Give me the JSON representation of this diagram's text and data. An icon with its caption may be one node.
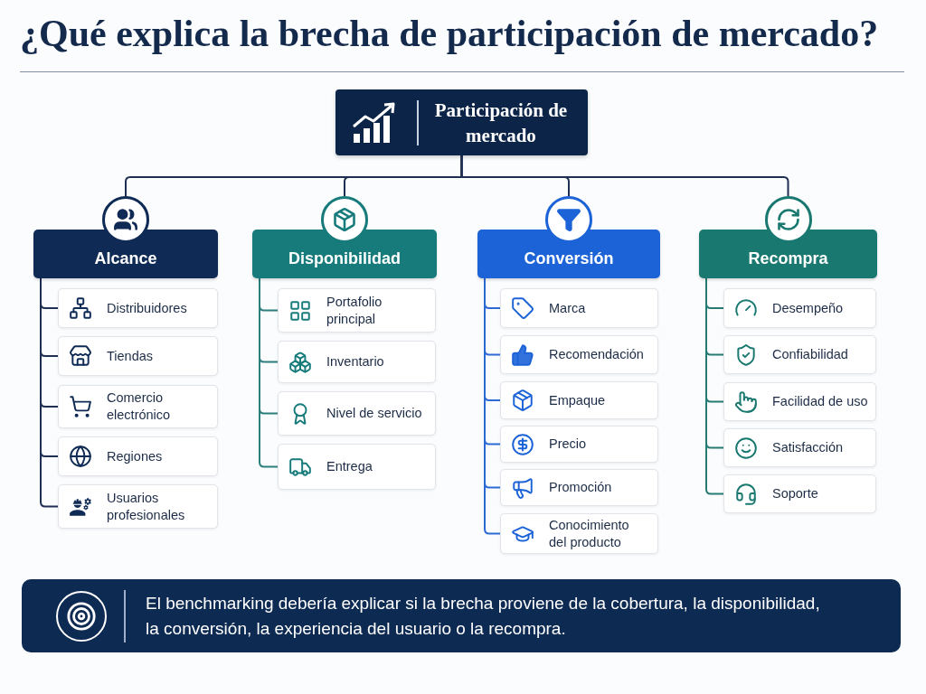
{
  "diagram": {
    "title": "¿Qué explica la brecha de participación de mercado?",
    "nodes": [
      {
        "text": [
          "Participación de mercado"
        ]
      },
      {
        "text": [
          "Alcance"
        ]
      },
      {
        "text": [
          "Distribuidores"
        ]
      },
      {
        "text": [
          "Tiendas"
        ]
      },
      {
        "text": [
          "Comercio electrónico"
        ]
      },
      {
        "text": [
          "Regiones"
        ]
      },
      {
        "text": [
          "Usuarios profesionales"
        ]
      },
      {
        "text": [
          "Disponibilidad"
        ]
      },
      {
        "text": [
          "Portafolio principal"
        ]
      },
      {
        "text": [
          "Inventario"
        ]
      },
      {
        "text": [
          "Nivel de servicio"
        ]
      },
      {
        "text": [
          "Entrega"
        ]
      },
      {
        "text": [
          "Conversión"
        ]
      },
      {
        "text": [
          "Marca"
        ]
      },
      {
        "text": [
          "Recomendación"
        ]
      },
      {
        "text": [
          "Empaque"
        ]
      },
      {
        "text": [
          "Precio"
        ]
      },
      {
        "text": [
          "Promoción"
        ]
      },
      {
        "text": [
          "Conocimiento del producto"
        ]
      },
      {
        "text": [
          "Recompra"
        ]
      },
      {
        "text": [
          "Desempeño"
        ]
      },
      {
        "text": [
          "Confiabilidad"
        ]
      },
      {
        "text": [
          "Facilidad de uso"
        ]
      },
      {
        "text": [
          "Satisfacción"
        ]
      },
      {
        "text": [
          "Soporte"
        ]
      },
      {
        "text": [
          "El benchmarking debería explicar si la brecha proviene de la cobertura, la disponibilidad, la conversión, la experiencia del usuario o la recompra."
        ]
      }
    ],
    "edges": [
      {
        "from": 0,
        "to": 1,
        "arrow": "none",
        "color": "#1e2f52"
      },
      {
        "from": 0,
        "to": 7,
        "arrow": "none",
        "color": "#1e2f52"
      },
      {
        "from": 0,
        "to": 12,
        "arrow": "none",
        "color": "#1e2f52"
      },
      {
        "from": 0,
        "to": 19,
        "arrow": "none",
        "color": "#1e2f52"
      },
      {
        "from": 1,
        "to": 2,
        "arrow": "none",
        "color": "#1e2f52"
      },
      {
        "from": 1,
        "to": 3,
        "arrow": "none",
        "color": "#1e2f52"
      },
      {
        "from": 1,
        "to": 4,
        "arrow": "none",
        "color": "#1e2f52"
      },
      {
        "from": 1,
        "to": 5,
        "arrow": "none",
        "color": "#1e2f52"
      },
      {
        "from": 1,
        "to": 6,
        "arrow": "none",
        "color": "#1e2f52"
      },
      {
        "from": 7,
        "to": 8,
        "arrow": "none",
        "color": "#2a7f7c"
      },
      {
        "from": 7,
        "to": 9,
        "arrow": "none",
        "color": "#2a7f7c"
      },
      {
        "from": 7,
        "to": 10,
        "arrow": "none",
        "color": "#2a7f7c"
      },
      {
        "from": 7,
        "to": 11,
        "arrow": "none",
        "color": "#2a7f7c"
      },
      {
        "from": 12,
        "to": 13,
        "arrow": "none",
        "color": "#2d6ad6"
      },
      {
        "from": 12,
        "to": 14,
        "arrow": "none",
        "color": "#2d6ad6"
      },
      {
        "from": 12,
        "to": 15,
        "arrow": "none",
        "color": "#2d6ad6"
      },
      {
        "from": 12,
        "to": 16,
        "arrow": "none",
        "color": "#2d6ad6"
      },
      {
        "from": 12,
        "to": 17,
        "arrow": "none",
        "color": "#2d6ad6"
      },
      {
        "from": 12,
        "to": 18,
        "arrow": "none",
        "color": "#2d6ad6"
      },
      {
        "from": 19,
        "to": 20,
        "arrow": "none",
        "color": "#267c73"
      },
      {
        "from": 19,
        "to": 21,
        "arrow": "none",
        "color": "#267c73"
      },
      {
        "from": 19,
        "to": 22,
        "arrow": "none",
        "color": "#267c73"
      },
      {
        "from": 19,
        "to": 23,
        "arrow": "none",
        "color": "#267c73"
      },
      {
        "from": 19,
        "to": 24,
        "arrow": "none",
        "color": "#267c73"
      }
    ]
  }
}
